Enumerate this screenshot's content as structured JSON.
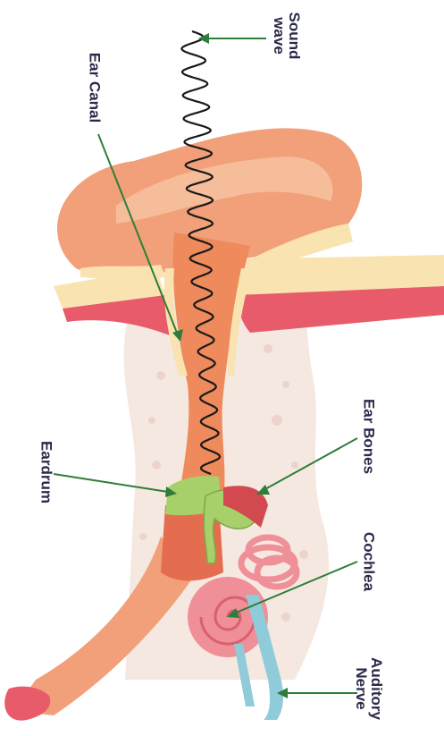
{
  "labels": {
    "sound_wave": [
      "Sound",
      "wave"
    ],
    "ear_canal": "Ear Canal",
    "eardrum": "Eardrum",
    "ear_bones": "Ear Bones",
    "cochlea": "Cochlea",
    "auditory_nerve": [
      "Auditory",
      "Nerve"
    ]
  },
  "colors": {
    "skin": "#f2a07a",
    "skin_light": "#f6c4a3",
    "canal": "#ee8a5c",
    "bone": "#f5e8e0",
    "cartilage": "#f9e3b0",
    "muscle": "#e75b6a",
    "eardrum": "#a8d06a",
    "cochlea": "#ef8f98",
    "nerve": "#8fcbd8",
    "arrow": "#2e7d3a",
    "wave": "#1a1a1a",
    "text": "#2a2a4a"
  }
}
